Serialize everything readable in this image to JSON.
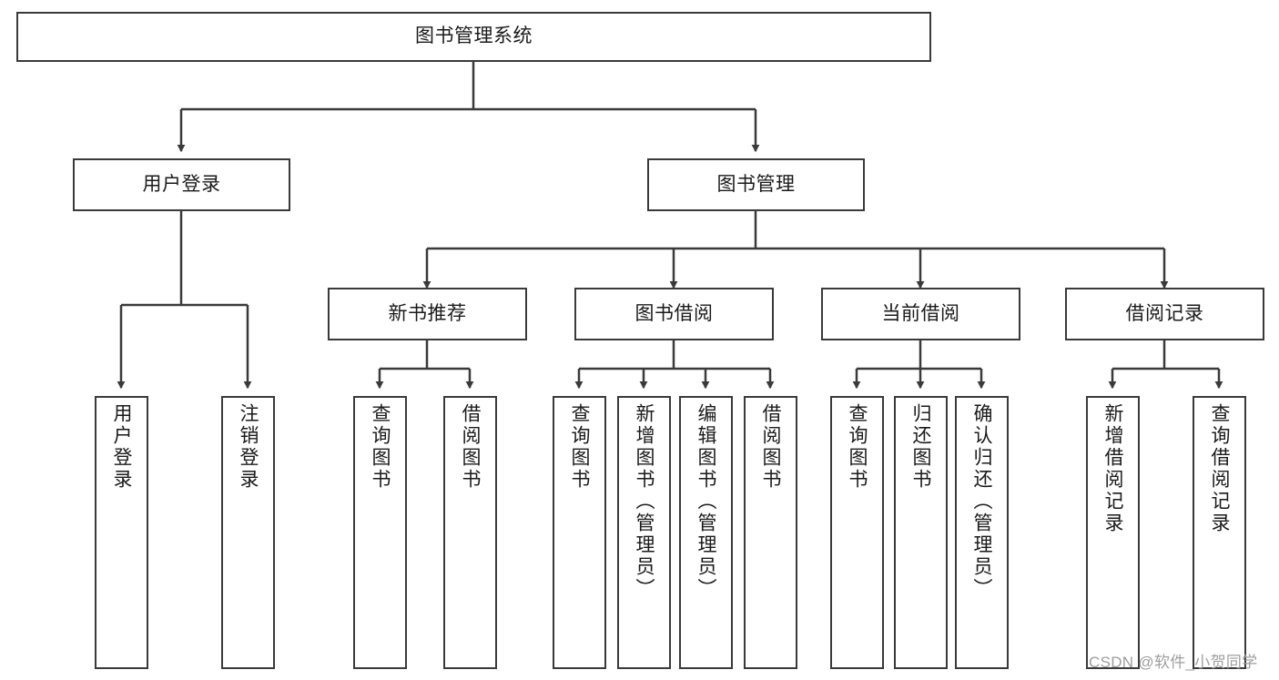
{
  "diagram": {
    "title": "图书管理系统",
    "type": "functional-structure-tree",
    "watermark": "CSDN @软件_小贺同学",
    "colors": {
      "stroke": "#3a3a3a",
      "fill": "#ffffff",
      "text": "#1a1a1a",
      "watermark": "#9e9e9e"
    },
    "levels": {
      "root": {
        "label": "图书管理系统"
      },
      "level2": [
        {
          "id": "user-login",
          "label": "用户登录"
        },
        {
          "id": "book-management",
          "label": "图书管理"
        }
      ],
      "level3": [
        {
          "id": "new-book-recommend",
          "label": "新书推荐",
          "parent": "book-management"
        },
        {
          "id": "book-borrow",
          "label": "图书借阅",
          "parent": "book-management"
        },
        {
          "id": "current-borrow",
          "label": "当前借阅",
          "parent": "book-management"
        },
        {
          "id": "borrow-record",
          "label": "借阅记录",
          "parent": "book-management"
        }
      ],
      "leaves": [
        {
          "id": "leaf-user-login",
          "label": "用户登录",
          "parent": "user-login"
        },
        {
          "id": "leaf-logout-login",
          "label": "注销登录",
          "parent": "user-login"
        },
        {
          "id": "leaf-query-book-1",
          "label": "查询图书",
          "parent": "new-book-recommend"
        },
        {
          "id": "leaf-borrow-book-1",
          "label": "借阅图书",
          "parent": "new-book-recommend"
        },
        {
          "id": "leaf-query-book-2",
          "label": "查询图书",
          "parent": "book-borrow"
        },
        {
          "id": "leaf-add-book",
          "label": "新增图书（管理员）",
          "parent": "book-borrow"
        },
        {
          "id": "leaf-edit-book",
          "label": "编辑图书（管理员）",
          "parent": "book-borrow"
        },
        {
          "id": "leaf-borrow-book-2",
          "label": "借阅图书",
          "parent": "book-borrow"
        },
        {
          "id": "leaf-query-book-3",
          "label": "查询图书",
          "parent": "current-borrow"
        },
        {
          "id": "leaf-return-book",
          "label": "归还图书",
          "parent": "current-borrow"
        },
        {
          "id": "leaf-confirm-return",
          "label": "确认归还（管理员）",
          "parent": "current-borrow"
        },
        {
          "id": "leaf-add-borrow-record",
          "label": "新增借阅记录",
          "parent": "borrow-record"
        },
        {
          "id": "leaf-query-borrow-record",
          "label": "查询借阅记录",
          "parent": "borrow-record"
        }
      ]
    }
  }
}
